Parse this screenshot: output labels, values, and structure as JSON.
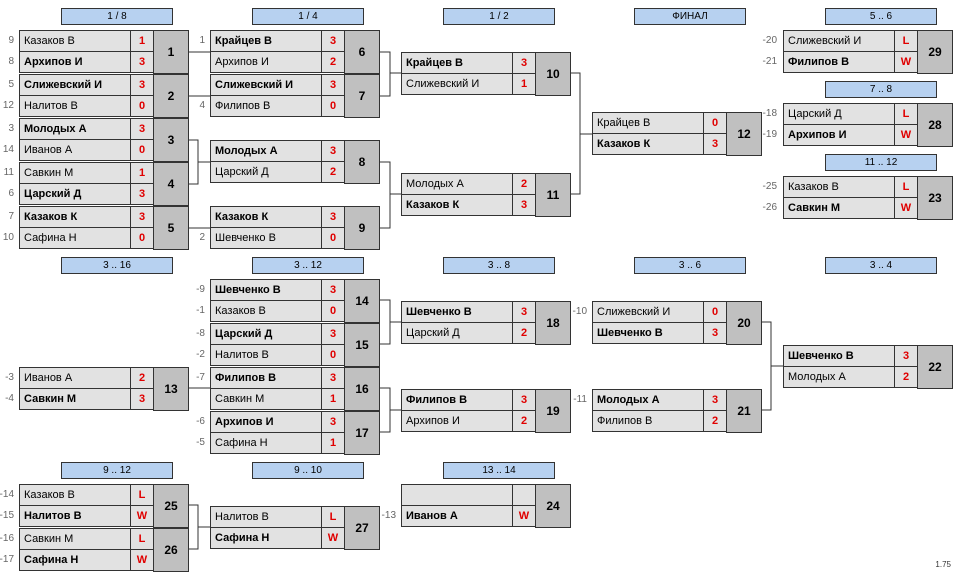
{
  "headers": {
    "r18": "1 / 8",
    "r14": "1 / 4",
    "r12": "1 / 2",
    "final": "ФИНАЛ",
    "p56": "5 .. 6",
    "p78": "7 .. 8",
    "p1112": "11 .. 12",
    "p316": "3 .. 16",
    "p312": "3 .. 12",
    "p38": "3 .. 8",
    "p36": "3 .. 6",
    "p34": "3 .. 4",
    "p912": "9 .. 12",
    "p910": "9 .. 10",
    "p1314": "13 .. 14"
  },
  "matches": {
    "m1": {
      "num": "1",
      "p1": {
        "seed": "9",
        "name": "Казаков В",
        "score": "1"
      },
      "p2": {
        "seed": "8",
        "name": "Архипов И",
        "score": "3"
      }
    },
    "m2": {
      "num": "2",
      "p1": {
        "seed": "5",
        "name": "Слижевский И",
        "score": "3"
      },
      "p2": {
        "seed": "12",
        "name": "Налитов В",
        "score": "0"
      }
    },
    "m3": {
      "num": "3",
      "p1": {
        "seed": "3",
        "name": "Молодых А",
        "score": "3"
      },
      "p2": {
        "seed": "14",
        "name": "Иванов А",
        "score": "0"
      }
    },
    "m4": {
      "num": "4",
      "p1": {
        "seed": "11",
        "name": "Савкин М",
        "score": "1"
      },
      "p2": {
        "seed": "6",
        "name": "Царский Д",
        "score": "3"
      }
    },
    "m5": {
      "num": "5",
      "p1": {
        "seed": "7",
        "name": "Казаков К",
        "score": "3"
      },
      "p2": {
        "seed": "10",
        "name": "Сафина Н",
        "score": "0"
      }
    },
    "m6": {
      "num": "6",
      "p1": {
        "seed": "1",
        "name": "Крайцев В",
        "score": "3"
      },
      "p2": {
        "seed": "",
        "name": "Архипов И",
        "score": "2"
      }
    },
    "m7": {
      "num": "7",
      "p1": {
        "seed": "",
        "name": "Слижевский И",
        "score": "3"
      },
      "p2": {
        "seed": "4",
        "name": "Филипов В",
        "score": "0"
      }
    },
    "m8": {
      "num": "8",
      "p1": {
        "seed": "",
        "name": "Молодых А",
        "score": "3"
      },
      "p2": {
        "seed": "",
        "name": "Царский Д",
        "score": "2"
      }
    },
    "m9": {
      "num": "9",
      "p1": {
        "seed": "",
        "name": "Казаков К",
        "score": "3"
      },
      "p2": {
        "seed": "2",
        "name": "Шевченко В",
        "score": "0"
      }
    },
    "m10": {
      "num": "10",
      "p1": {
        "seed": "",
        "name": "Крайцев В",
        "score": "3"
      },
      "p2": {
        "seed": "",
        "name": "Слижевский И",
        "score": "1"
      }
    },
    "m11": {
      "num": "11",
      "p1": {
        "seed": "",
        "name": "Молодых А",
        "score": "2"
      },
      "p2": {
        "seed": "",
        "name": "Казаков К",
        "score": "3"
      }
    },
    "m12": {
      "num": "12",
      "p1": {
        "seed": "",
        "name": "Крайцев В",
        "score": "0"
      },
      "p2": {
        "seed": "",
        "name": "Казаков К",
        "score": "3"
      }
    },
    "m29": {
      "num": "29",
      "p1": {
        "seed": "-20",
        "name": "Слижевский И",
        "score": "L"
      },
      "p2": {
        "seed": "-21",
        "name": "Филипов В",
        "score": "W"
      }
    },
    "m28": {
      "num": "28",
      "p1": {
        "seed": "-18",
        "name": "Царский Д",
        "score": "L"
      },
      "p2": {
        "seed": "-19",
        "name": "Архипов И",
        "score": "W"
      }
    },
    "m23": {
      "num": "23",
      "p1": {
        "seed": "-25",
        "name": "Казаков В",
        "score": "L"
      },
      "p2": {
        "seed": "-26",
        "name": "Савкин М",
        "score": "W"
      }
    },
    "m14": {
      "num": "14",
      "p1": {
        "seed": "-9",
        "name": "Шевченко В",
        "score": "3"
      },
      "p2": {
        "seed": "-1",
        "name": "Казаков В",
        "score": "0"
      }
    },
    "m15": {
      "num": "15",
      "p1": {
        "seed": "-8",
        "name": "Царский Д",
        "score": "3"
      },
      "p2": {
        "seed": "-2",
        "name": "Налитов В",
        "score": "0"
      }
    },
    "m13": {
      "num": "13",
      "p1": {
        "seed": "-3",
        "name": "Иванов А",
        "score": "2"
      },
      "p2": {
        "seed": "-4",
        "name": "Савкин М",
        "score": "3"
      }
    },
    "m16": {
      "num": "16",
      "p1": {
        "seed": "-7",
        "name": "Филипов В",
        "score": "3"
      },
      "p2": {
        "seed": "",
        "name": "Савкин М",
        "score": "1"
      }
    },
    "m17": {
      "num": "17",
      "p1": {
        "seed": "-6",
        "name": "Архипов И",
        "score": "3"
      },
      "p2": {
        "seed": "-5",
        "name": "Сафина Н",
        "score": "1"
      }
    },
    "m18": {
      "num": "18",
      "p1": {
        "seed": "",
        "name": "Шевченко В",
        "score": "3"
      },
      "p2": {
        "seed": "",
        "name": "Царский Д",
        "score": "2"
      }
    },
    "m19": {
      "num": "19",
      "p1": {
        "seed": "",
        "name": "Филипов В",
        "score": "3"
      },
      "p2": {
        "seed": "",
        "name": "Архипов И",
        "score": "2"
      }
    },
    "m20": {
      "num": "20",
      "p1": {
        "seed": "-10",
        "name": "Слижевский И",
        "score": "0"
      },
      "p2": {
        "seed": "",
        "name": "Шевченко В",
        "score": "3"
      }
    },
    "m21": {
      "num": "21",
      "p1": {
        "seed": "-11",
        "name": "Молодых А",
        "score": "3"
      },
      "p2": {
        "seed": "",
        "name": "Филипов В",
        "score": "2"
      }
    },
    "m22": {
      "num": "22",
      "p1": {
        "seed": "",
        "name": "Шевченко В",
        "score": "3"
      },
      "p2": {
        "seed": "",
        "name": "Молодых А",
        "score": "2"
      }
    },
    "m25": {
      "num": "25",
      "p1": {
        "seed": "-14",
        "name": "Казаков В",
        "score": "L"
      },
      "p2": {
        "seed": "-15",
        "name": "Налитов В",
        "score": "W"
      }
    },
    "m26": {
      "num": "26",
      "p1": {
        "seed": "-16",
        "name": "Савкин М",
        "score": "L"
      },
      "p2": {
        "seed": "-17",
        "name": "Сафина Н",
        "score": "W"
      }
    },
    "m27": {
      "num": "27",
      "p1": {
        "seed": "",
        "name": "Налитов В",
        "score": "L"
      },
      "p2": {
        "seed": "",
        "name": "Сафина Н",
        "score": "W"
      }
    },
    "m24": {
      "num": "24",
      "p1": {
        "seed": "",
        "name": "",
        "score": ""
      },
      "p2": {
        "seed": "-13",
        "name": "Иванов А",
        "score": "W"
      }
    }
  },
  "version": "1.75"
}
